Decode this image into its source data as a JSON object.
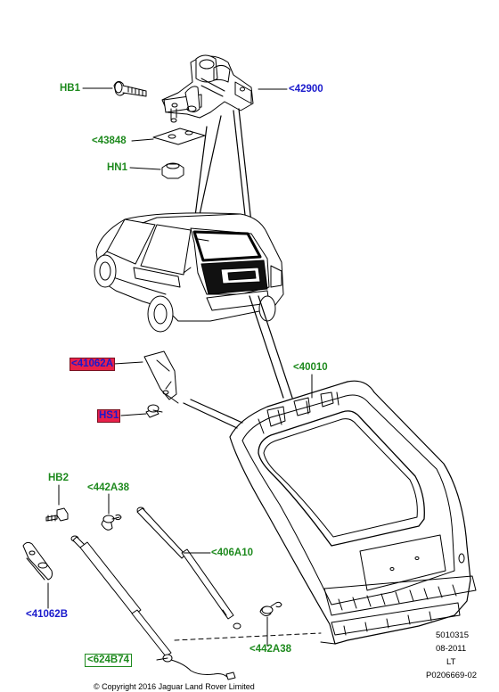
{
  "callouts": {
    "hb1": "HB1",
    "p42900": "<42900",
    "p43848": "<43848",
    "hn1": "HN1",
    "p41062a": "<41062A",
    "p40010": "<40010",
    "hs1": "HS1",
    "hb2": "HB2",
    "p442a38_top": "<442A38",
    "p406a10": "<406A10",
    "p41062b": "<41062B",
    "p442a38_bottom": "<442A38",
    "p624b74": "<624B74"
  },
  "meta": {
    "code": "5010315",
    "date": "08-2011",
    "region": "LT",
    "illustration_id": "P0206669-02",
    "copyright": "© Copyright 2016 Jaguar Land Rover Limited"
  },
  "colors": {
    "part_number_green": "#1e8a1e",
    "part_number_blue": "#1a1acc",
    "highlight_red": "#e8204a"
  }
}
